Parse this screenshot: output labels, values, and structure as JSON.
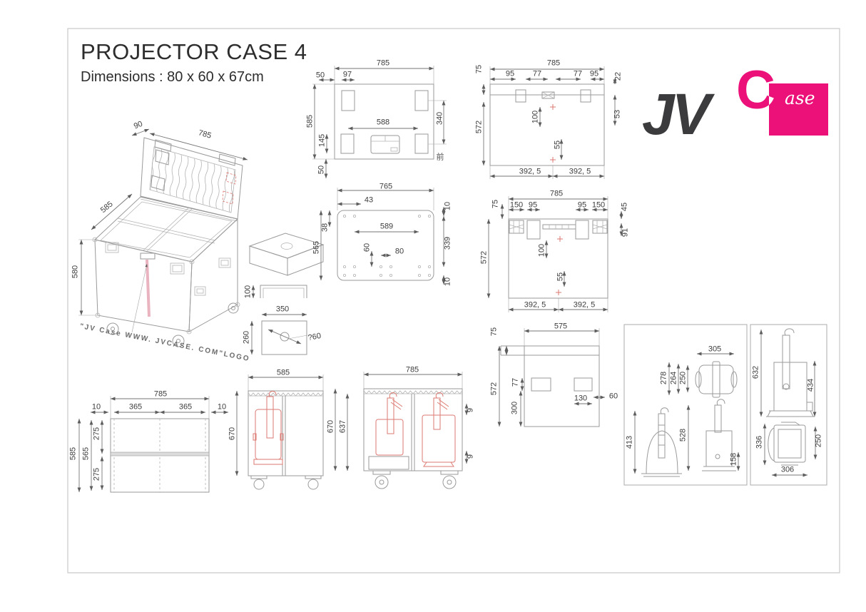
{
  "page": {
    "title": "PROJECTOR CASE 4",
    "subtitle": "Dimensions : 80 x 60 x 67cm"
  },
  "logo": {
    "jv": "JV",
    "c": "C",
    "suffix": "ase",
    "pink": "#ec1079",
    "dark": "#3b3b3d"
  },
  "iso": {
    "lid_depth": "90",
    "width": "785",
    "depth": "585",
    "height": "580",
    "note": "\"JV Case WWW. JVCASE. COM\"LOGO"
  },
  "bracket": {
    "height": "100",
    "width": "350",
    "depth": "260",
    "hole": "?60"
  },
  "views": {
    "caster_plan": {
      "width": "785",
      "edge": "50",
      "caster_w": "97",
      "depth": "585",
      "caster_h": "145",
      "edge_b": "50",
      "span_x": "588",
      "span_y": "340",
      "view_label": "前"
    },
    "lid_top": {
      "width": "785",
      "foam": "75",
      "d1": "95",
      "d2": "77",
      "d3": "77",
      "d4": "95",
      "d5": "22",
      "d6": "53",
      "height": "572",
      "d7": "100",
      "d8": "55",
      "half_l": "392, 5",
      "half_r": "392, 5"
    },
    "base_plate": {
      "width": "765",
      "d1": "43",
      "d2": "38",
      "height": "565",
      "d3": "589",
      "d4": "60",
      "d5": "80",
      "d6": "10",
      "d7": "339",
      "d8": "10"
    },
    "hinge_top": {
      "width": "785",
      "foam": "75",
      "d1": "150",
      "d2": "95",
      "d3": "95",
      "d4": "150",
      "d5": "45",
      "d6": "91",
      "height": "572",
      "d7": "100",
      "d8": "55",
      "half_l": "392, 5",
      "half_r": "392, 5"
    },
    "side_panel": {
      "width": "575",
      "foam": "75",
      "height": "572",
      "d1": "77",
      "d2": "300",
      "d3": "130",
      "d4": "60"
    },
    "divider_plan": {
      "width": "785",
      "e1": "10",
      "c1": "365",
      "c2": "365",
      "e2": "10",
      "depth": "585",
      "inner": "565",
      "r1": "275",
      "r2": "275"
    },
    "side_section": {
      "width": "585",
      "height": "670"
    },
    "front_section": {
      "width": "785",
      "height": "670",
      "inner": "637",
      "g1": "9",
      "g2": "9"
    },
    "detail_a": {
      "w": "305",
      "d1": "278",
      "d2": "264",
      "d3": "250",
      "d4": "413",
      "d5": "528",
      "d6": "158"
    },
    "detail_b": {
      "d1": "632",
      "d2": "434",
      "d3": "336",
      "d4": "250",
      "w": "306"
    }
  }
}
